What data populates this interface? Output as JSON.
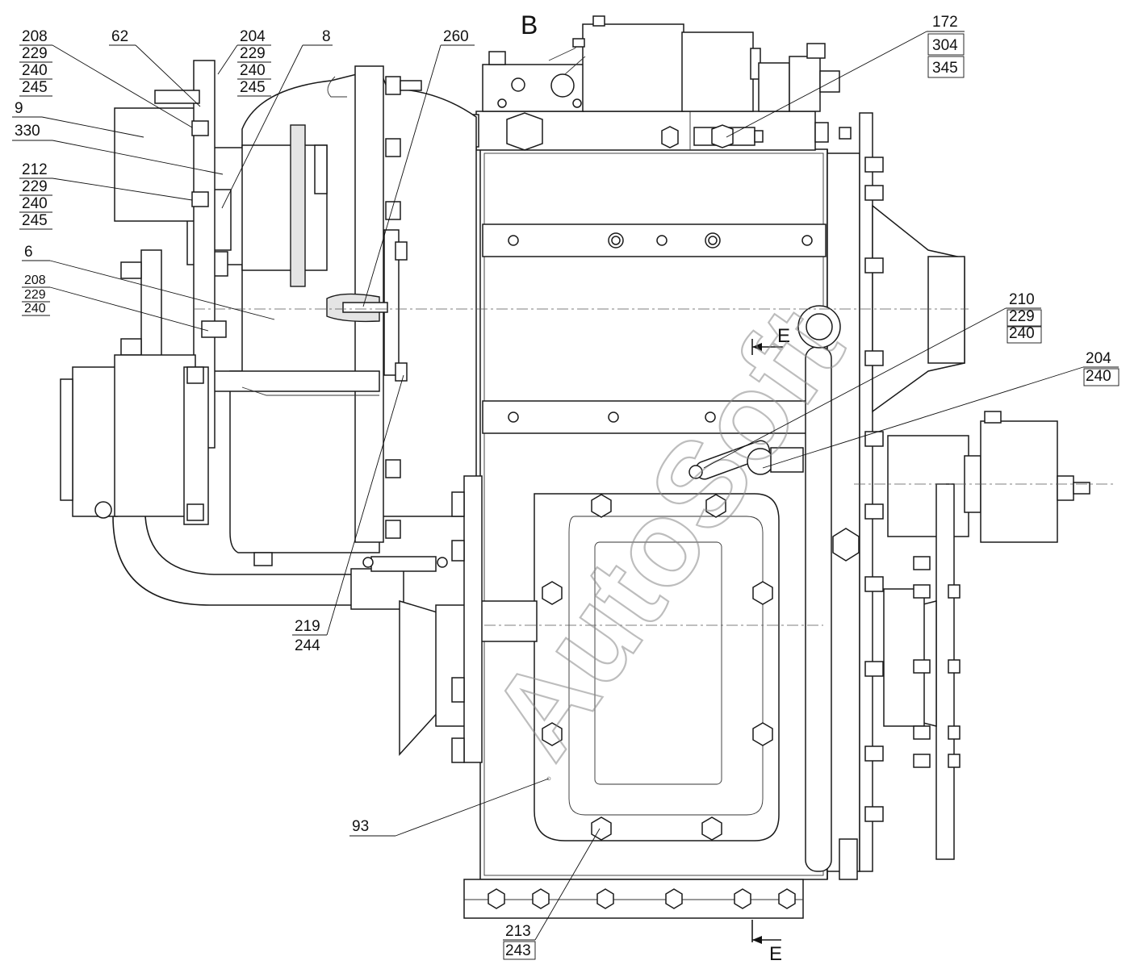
{
  "view_label": "B",
  "section_label": "E",
  "watermark": "AutoSoft",
  "callouts": {
    "c208a": [
      "208",
      "229",
      "240",
      "245"
    ],
    "c62": [
      "62"
    ],
    "c204a": [
      "204",
      "229",
      "240",
      "245"
    ],
    "c8": [
      "8"
    ],
    "c260": [
      "260"
    ],
    "c172": [
      "172",
      "304",
      "345"
    ],
    "c9": [
      "9"
    ],
    "c330": [
      "330"
    ],
    "c212": [
      "212",
      "229",
      "240",
      "245"
    ],
    "c6": [
      "6"
    ],
    "c208b": [
      "208",
      "229",
      "240"
    ],
    "c210": [
      "210",
      "229",
      "240"
    ],
    "c204b": [
      "204",
      "240"
    ],
    "c219": [
      "219",
      "244"
    ],
    "c93": [
      "93"
    ],
    "c213": [
      "213",
      "243"
    ]
  }
}
